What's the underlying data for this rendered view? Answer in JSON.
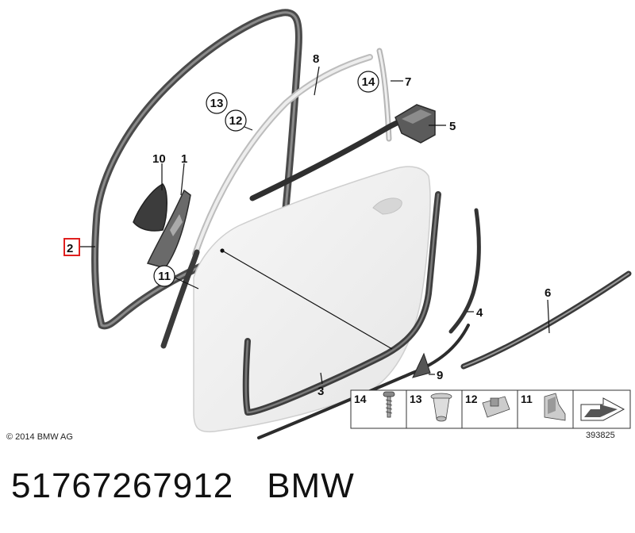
{
  "callouts": {
    "c1": "1",
    "c2": "2",
    "c3": "3",
    "c4": "4",
    "c5": "5",
    "c6": "6",
    "c7": "7",
    "c8": "8",
    "c9": "9",
    "c10": "10",
    "c11": "11",
    "c12": "12",
    "c13": "13",
    "c14": "14"
  },
  "legend": {
    "items": [
      {
        "num": "14",
        "icon": "screw-icon"
      },
      {
        "num": "13",
        "icon": "expanding-nut-icon"
      },
      {
        "num": "12",
        "icon": "clip-icon"
      },
      {
        "num": "11",
        "icon": "retainer-clip-icon"
      }
    ],
    "last_icon": "arrow-icon"
  },
  "copyright": "© 2014 BMW AG",
  "diagram_number": "393825",
  "part_number": "51767267912",
  "brand": "BMW",
  "colors": {
    "highlight_box": "#e0201f",
    "seal": "#5a5a5a",
    "door_panel": "#f1f1f1"
  }
}
